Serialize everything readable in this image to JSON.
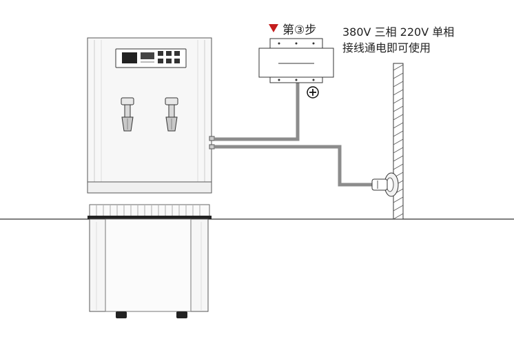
{
  "step": {
    "label": "第③步",
    "marker_color": "#c41d1d"
  },
  "note": {
    "line1": "380V 三相 220V 单相",
    "line2": "接线通电即可使用"
  },
  "switch_box": {
    "terminal_symbol": "⊕"
  },
  "icons": [
    "triangle-down-icon",
    "plus-circle-icon",
    "faucet-icon",
    "wall-socket-icon"
  ],
  "colors": {
    "cable": "#8c8c8c",
    "outline": "#444444",
    "accent_red": "#c41d1d"
  }
}
